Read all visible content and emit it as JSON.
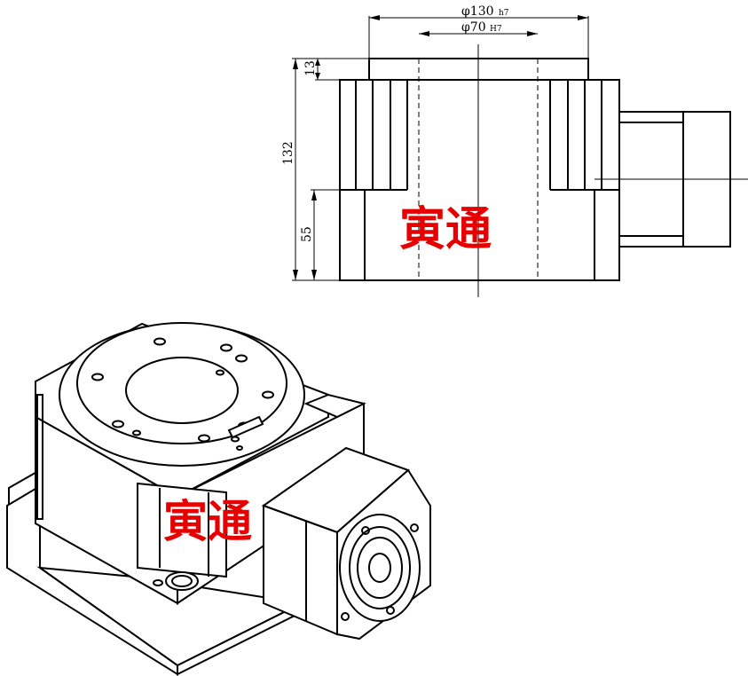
{
  "dimensions": {
    "outer_diameter": "φ130",
    "outer_tolerance": "h7",
    "inner_diameter": "φ70",
    "inner_tolerance": "H7",
    "flange_height": "13",
    "total_height": "132",
    "base_height": "55"
  },
  "watermark": {
    "front_view": "寅通",
    "iso_view": "寅通",
    "color": "#e60000"
  }
}
